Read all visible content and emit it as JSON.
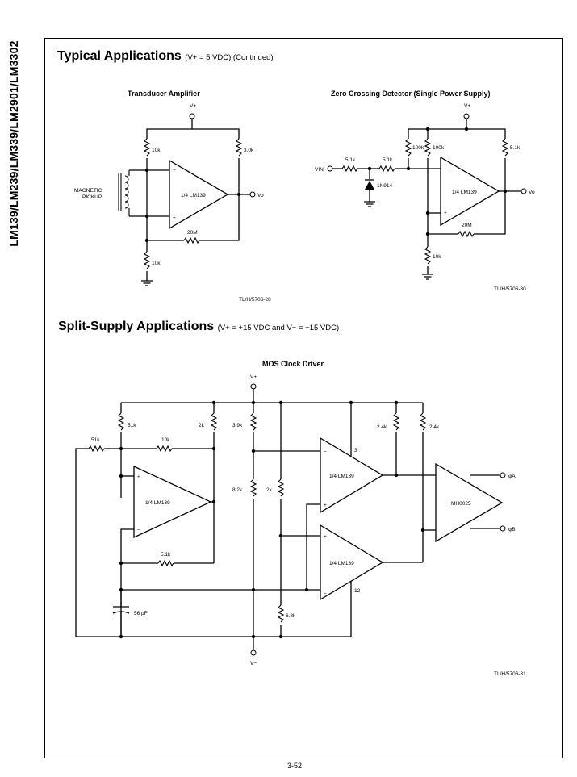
{
  "side_title": "LM139/LM239/LM339/LM2901/LM3302",
  "typical": {
    "title": "Typical Applications",
    "condition": "(V+ = 5 VDC) (Continued)"
  },
  "transducer": {
    "title": "Transducer Amplifier",
    "vplus": "V+",
    "pickup_line1": "MAGNETIC",
    "pickup_line2": "PICKUP",
    "r_top_left": "10k",
    "r_top_right": "3.0k",
    "opamp": "1/4 LM139",
    "feedback": "20M",
    "r_bottom": "10k",
    "output": "Vo",
    "minus": "−",
    "plus": "+",
    "ref": "TL/H/5706-28"
  },
  "zero_crossing": {
    "title": "Zero Crossing Detector (Single Power Supply)",
    "vplus": "V+",
    "vin": "VIN",
    "r1": "5.1k",
    "r2": "5.1k",
    "diode": "1N914",
    "r3": "100k",
    "r4": "100k",
    "r5": "5.1k",
    "opamp": "1/4 LM139",
    "feedback": "20M",
    "r_bottom": "10k",
    "output": "Vo",
    "minus": "−",
    "plus": "+",
    "ref": "TL/H/5706-30"
  },
  "split": {
    "title": "Split-Supply Applications",
    "condition": "(V+ = +15 VDC and V− = −15 VDC)"
  },
  "mos": {
    "title": "MOS Clock Driver",
    "vplus": "V+",
    "vminus": "V−",
    "r_51k_a": "51k",
    "r_51k_b": "51k",
    "r_10k": "10k",
    "r_2k_a": "2k",
    "r_3_9k": "3.9k",
    "r_8_2k": "8.2k",
    "r_2k_b": "2k",
    "r_6_8k": "6.8k",
    "r_2_4k_a": "2.4k",
    "r_2_4k_b": "2.4k",
    "r_5_1k": "5.1k",
    "cap": "56 pF",
    "opamp1": "1/4 LM139",
    "opamp2": "1/4 LM139",
    "opamp3": "1/4 LM139",
    "driver": "MH0025",
    "pin3": "3",
    "pin12": "12",
    "phi_a": "φA",
    "phi_b": "φB",
    "minus": "−",
    "plus": "+",
    "ref": "TL/H/5706-31"
  },
  "page_number": "3-52"
}
